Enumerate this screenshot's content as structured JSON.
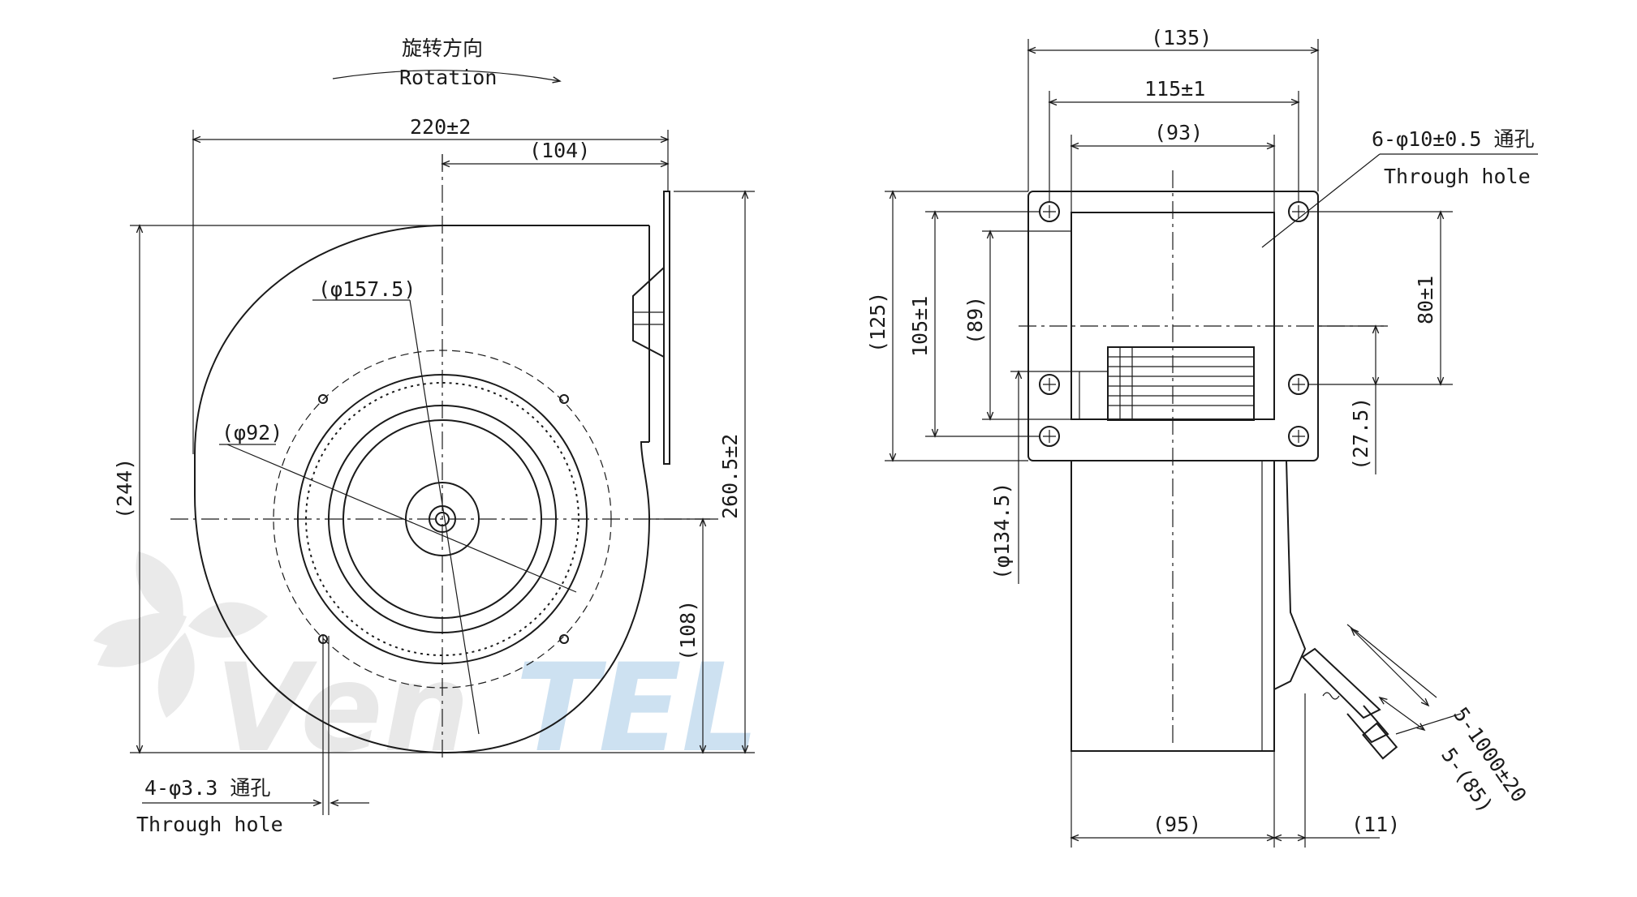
{
  "colors": {
    "line": "#1a1a1a",
    "watermark_gray": "#e6e6e6",
    "watermark_blue": "#c8def0"
  },
  "rotation": {
    "label_cn": "旋转方向",
    "label_en": "Rotation"
  },
  "front_view": {
    "width_overall": "220±2",
    "offset_top": "(104)",
    "dia_inner_circle": "(φ157.5)",
    "dia_hub": "(φ92)",
    "height_left": "(244)",
    "height_overall": "260.5±2",
    "height_center": "(108)",
    "holes": "4-φ3.3 通孔",
    "holes_en": "Through hole"
  },
  "side_view": {
    "width_overall": "(135)",
    "hole_spacing_h": "115±1",
    "inner_width": "(93)",
    "holes": "6-φ10±0.5 通孔",
    "holes_en": "Through hole",
    "height_flange": "(125)",
    "hole_spacing_v": "105±1",
    "inner_height": "(89)",
    "hole_spacing_right": "80±1",
    "offset_right": "(27.5)",
    "dia_motor": "(φ134.5)",
    "width_bottom": "(95)",
    "offset_bottom": "(11)",
    "wire_length": "5-1000±20",
    "wire_end": "5-(85)"
  },
  "watermark": {
    "text_a": "Ven",
    "text_b": "TEL"
  }
}
